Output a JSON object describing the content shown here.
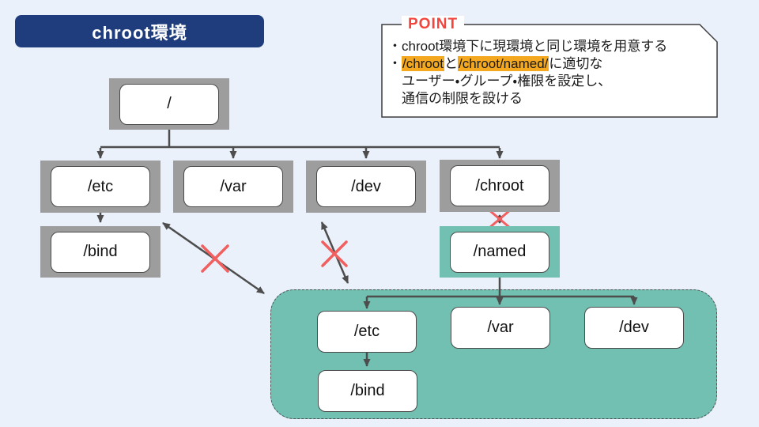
{
  "title": "chroot環境",
  "point": {
    "label": "POINT",
    "line1": "・chroot環境下に現環境と同じ環境を用意する",
    "line2_pre": "・",
    "line2_hl1": "/chroot",
    "line2_mid": "と",
    "line2_hl2": "/chroot/named/",
    "line2_post": "に適切な",
    "line3": "ユーザー・グループ・権限を設定し、",
    "line4": "通信の制限を設ける"
  },
  "tree": {
    "root": "/",
    "etc": "/etc",
    "var": "/var",
    "dev": "/dev",
    "chroot": "/chroot",
    "bind": "/bind",
    "named": "/named"
  },
  "jail": {
    "etc": "/etc",
    "var": "/var",
    "dev": "/dev",
    "bind": "/bind"
  },
  "colors": {
    "background": "#eaf1fa",
    "title_navy": "#1f3d7c",
    "frame_gray": "#9d9d9d",
    "jail_teal": "#72c0b2",
    "arrow_gray": "#4d4d4d",
    "highlight_orange": "#f3a81f",
    "point_red": "#f2453d",
    "x_red": "#f25f5f"
  }
}
